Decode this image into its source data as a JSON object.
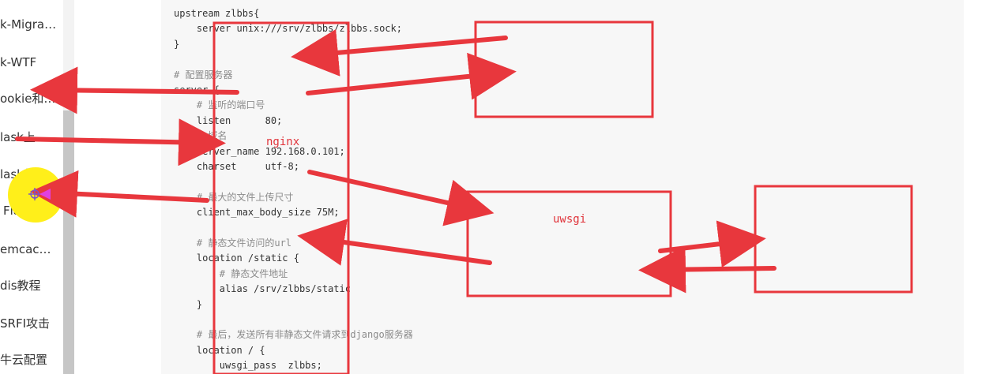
{
  "sidebar": {
    "items": [
      {
        "label": "k-Migra…"
      },
      {
        "label": "k-WTF"
      },
      {
        "label": "ookie和…"
      },
      {
        "label": "lask上"
      },
      {
        "label": "lask信…"
      },
      {
        "label": "Flask-…"
      },
      {
        "label": "emcac…"
      },
      {
        "label": "dis教程"
      },
      {
        "label": "SRFI攻击"
      },
      {
        "label": "牛云配置"
      }
    ]
  },
  "code": {
    "lines": [
      {
        "text": "upstream zlbbs{",
        "comment": false
      },
      {
        "text": "    server unix:///srv/zlbbs/zlbbs.sock;",
        "comment": false
      },
      {
        "text": "}",
        "comment": false
      },
      {
        "text": "",
        "comment": false
      },
      {
        "text": "# 配置服务器",
        "comment": true
      },
      {
        "text": "server {",
        "comment": false
      },
      {
        "text": "    # 监听的端口号",
        "comment": true
      },
      {
        "text": "    listen      80;",
        "comment": false
      },
      {
        "text": "    # 域名",
        "comment": true
      },
      {
        "text": "    server_name 192.168.0.101;",
        "comment": false
      },
      {
        "text": "    charset     utf-8;",
        "comment": false
      },
      {
        "text": "",
        "comment": false
      },
      {
        "text": "    # 最大的文件上传尺寸",
        "comment": true
      },
      {
        "text": "    client_max_body_size 75M;",
        "comment": false
      },
      {
        "text": "",
        "comment": false
      },
      {
        "text": "    # 静态文件访问的url",
        "comment": true
      },
      {
        "text": "    location /static {",
        "comment": false
      },
      {
        "text": "        # 静态文件地址",
        "comment": true
      },
      {
        "text": "        alias /srv/zlbbs/static",
        "comment": false
      },
      {
        "text": "    }",
        "comment": false
      },
      {
        "text": "",
        "comment": false
      },
      {
        "text": "    # 最后，发送所有非静态文件请求到django服务器",
        "comment": true
      },
      {
        "text": "    location / {",
        "comment": false
      },
      {
        "text": "        uwsgi_pass  zlbbs;",
        "comment": false
      }
    ]
  },
  "annotations": {
    "nginx_label": "nginx",
    "uwsgi_label": "uwsgi"
  },
  "colors": {
    "annotation_red": "#e8373d",
    "cursor_highlight": "#ffef1a",
    "cursor_pink": "#e040e0"
  }
}
